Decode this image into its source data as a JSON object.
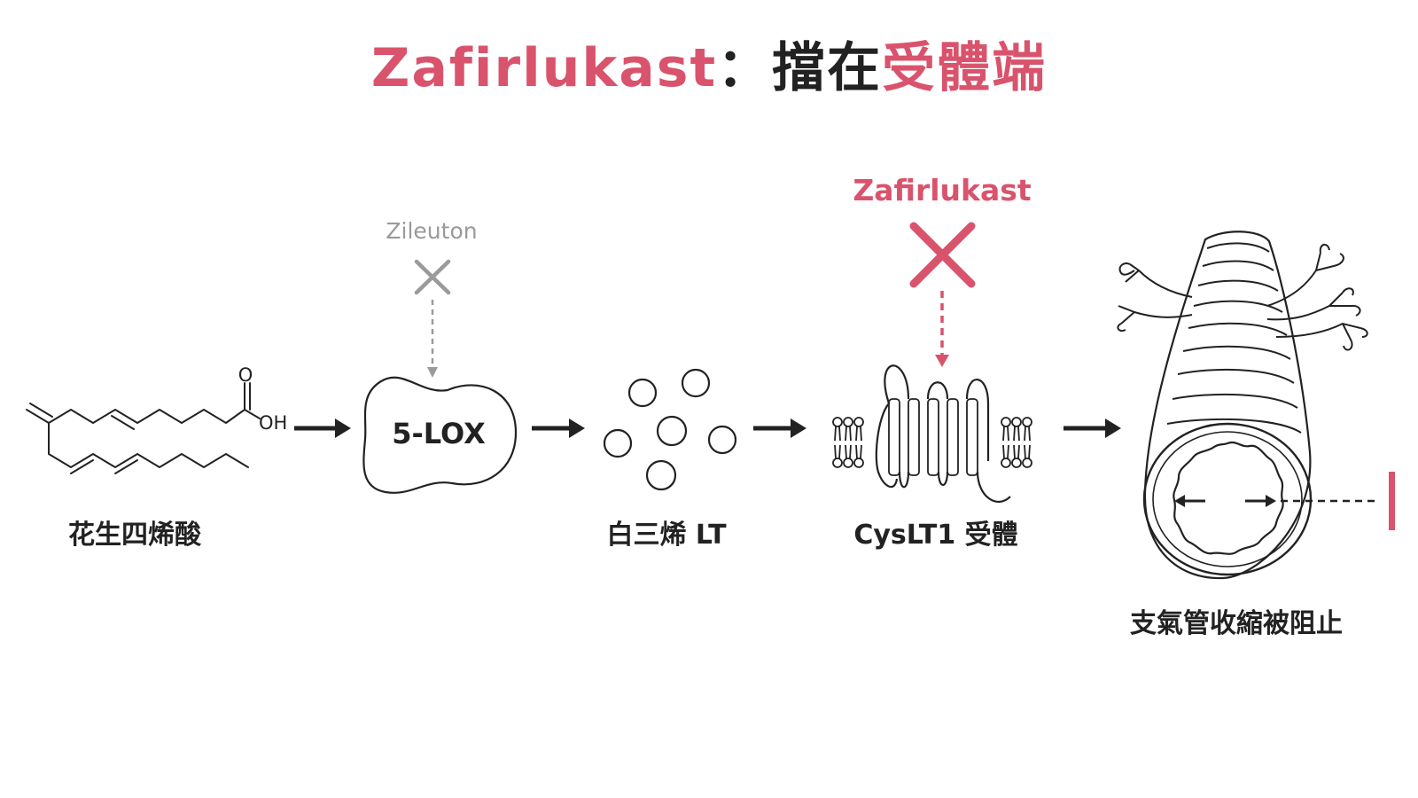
{
  "title": {
    "drug": "Zafirlukast",
    "separator": "：",
    "verb": "擋在",
    "target": "受體端"
  },
  "stages": [
    {
      "id": "arachidonic-acid",
      "label": "花生四烯酸"
    },
    {
      "id": "5-lox",
      "label": "5-LOX"
    },
    {
      "id": "leukotrienes",
      "label": "白三烯 LT"
    },
    {
      "id": "cyslt1-receptor",
      "label": "CysLT1 受體"
    },
    {
      "id": "bronchus",
      "label": "支氣管收縮被阻止"
    }
  ],
  "molecule": {
    "oxygen": "O",
    "hydroxyl": "OH"
  },
  "inhibitors": [
    {
      "name": "Zileuton",
      "target": "5-LOX",
      "color": "#9a9a9a"
    },
    {
      "name": "Zafirlukast",
      "target": "CysLT1 受體",
      "color": "#d9536c"
    }
  ],
  "colors": {
    "accent": "#d9536c",
    "muted": "#9a9a9a",
    "ink": "#222222"
  }
}
